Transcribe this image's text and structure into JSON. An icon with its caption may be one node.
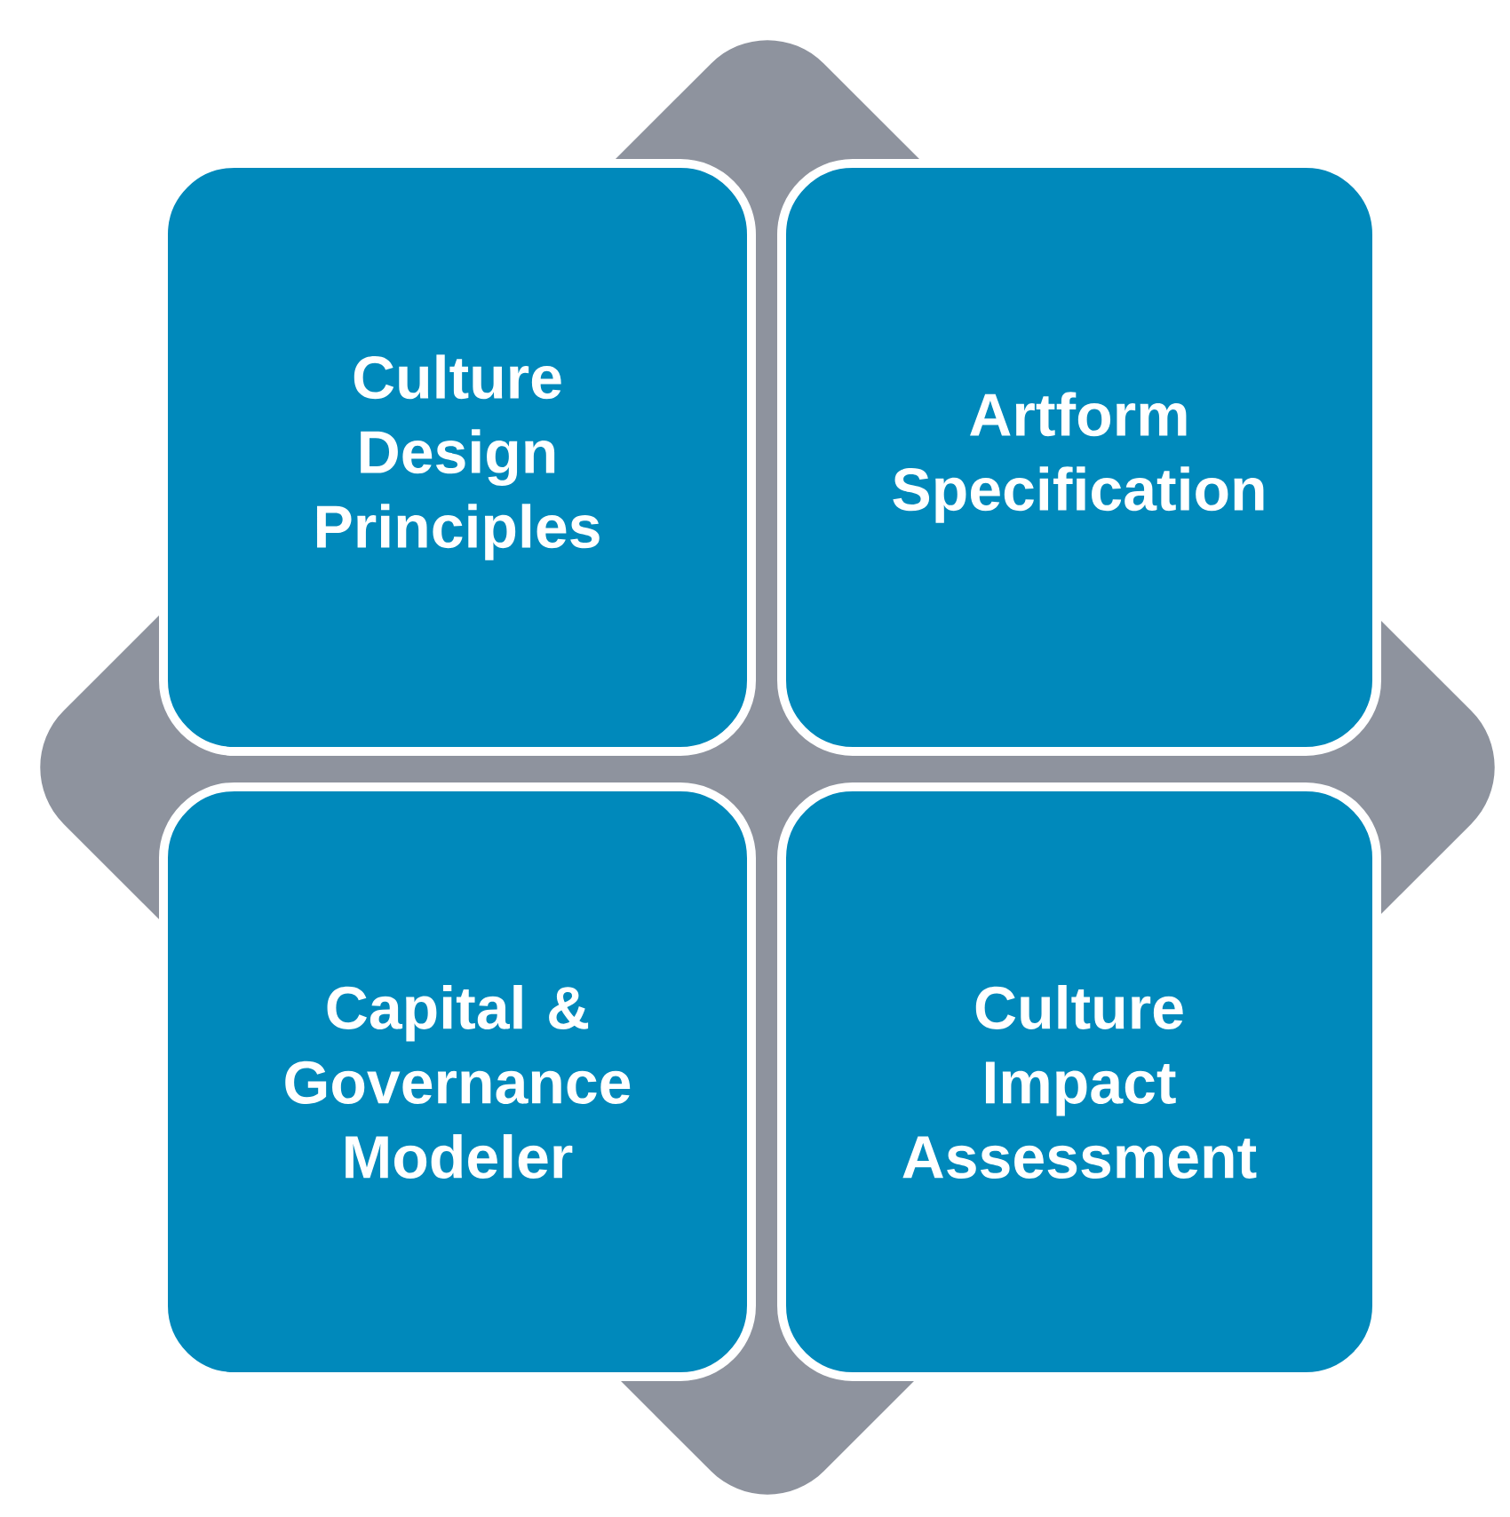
{
  "diagram": {
    "nodes": [
      {
        "text": [
          "Culture Design Principles"
        ]
      },
      {
        "text": [
          "Artform Specification"
        ]
      },
      {
        "text": [
          "Capital & Governance Modeler"
        ]
      },
      {
        "text": [
          "Culture Impact Assessment"
        ]
      }
    ]
  }
}
